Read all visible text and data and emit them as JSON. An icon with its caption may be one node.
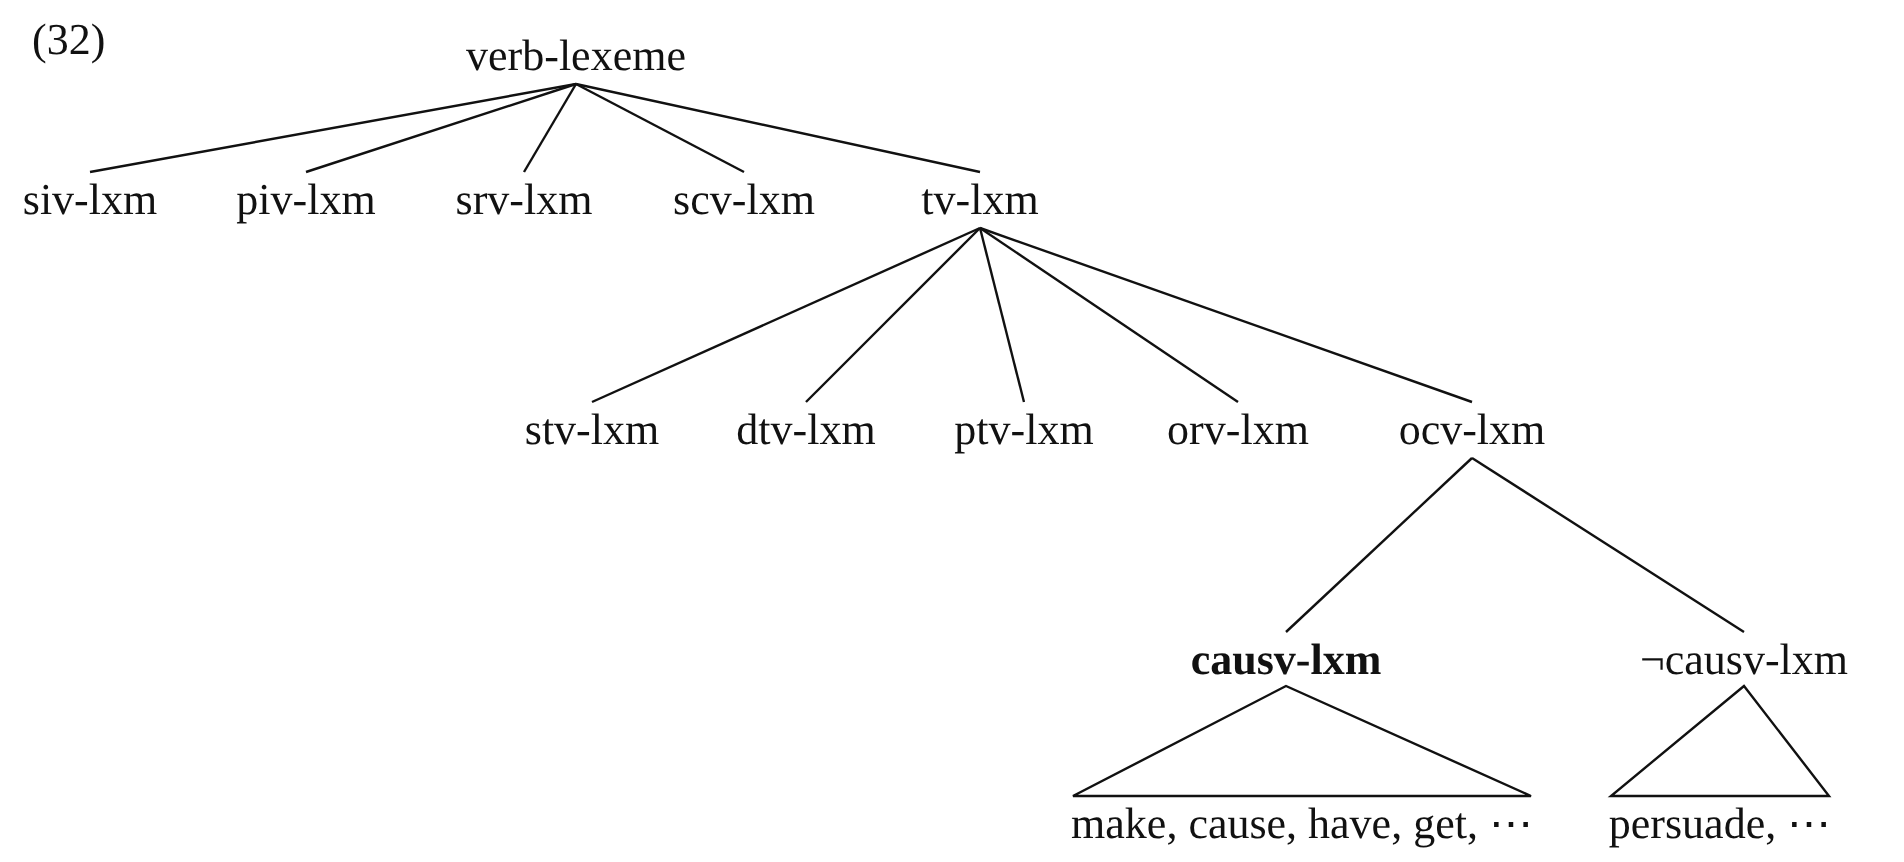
{
  "diagram": {
    "nodes": [
      {
        "text": [
          "verb-lexeme"
        ]
      },
      {
        "text": [
          "siv-lxm"
        ]
      },
      {
        "text": [
          "piv-lxm"
        ]
      },
      {
        "text": [
          "srv-lxm"
        ]
      },
      {
        "text": [
          "scv-lxm"
        ]
      },
      {
        "text": [
          "tv-lxm"
        ]
      },
      {
        "text": [
          "stv-lxm"
        ]
      },
      {
        "text": [
          "dtv-lxm"
        ]
      },
      {
        "text": [
          "ptv-lxm"
        ]
      },
      {
        "text": [
          "orv-lxm"
        ]
      },
      {
        "text": [
          "ocv-lxm"
        ]
      },
      {
        "text": [
          "causv-lxm"
        ]
      },
      {
        "text": [
          "¬causv-lxm"
        ]
      },
      {
        "text": [
          "make, cause, have, get, ⋯"
        ]
      },
      {
        "text": [
          "persuade, ⋯"
        ]
      }
    ],
    "edges": [
      {
        "from": 0,
        "to": 1,
        "arrow": "none"
      },
      {
        "from": 0,
        "to": 2,
        "arrow": "none"
      },
      {
        "from": 0,
        "to": 3,
        "arrow": "none"
      },
      {
        "from": 0,
        "to": 4,
        "arrow": "none"
      },
      {
        "from": 0,
        "to": 5,
        "arrow": "none"
      },
      {
        "from": 5,
        "to": 6,
        "arrow": "none"
      },
      {
        "from": 5,
        "to": 7,
        "arrow": "none"
      },
      {
        "from": 5,
        "to": 8,
        "arrow": "none"
      },
      {
        "from": 5,
        "to": 9,
        "arrow": "none"
      },
      {
        "from": 5,
        "to": 10,
        "arrow": "none"
      },
      {
        "from": 10,
        "to": 11,
        "arrow": "none"
      },
      {
        "from": 10,
        "to": 12,
        "arrow": "none"
      },
      {
        "from": 11,
        "to": 13,
        "arrow": "none"
      },
      {
        "from": 12,
        "to": 14,
        "arrow": "none"
      }
    ],
    "labels": [
      "(32)"
    ]
  }
}
